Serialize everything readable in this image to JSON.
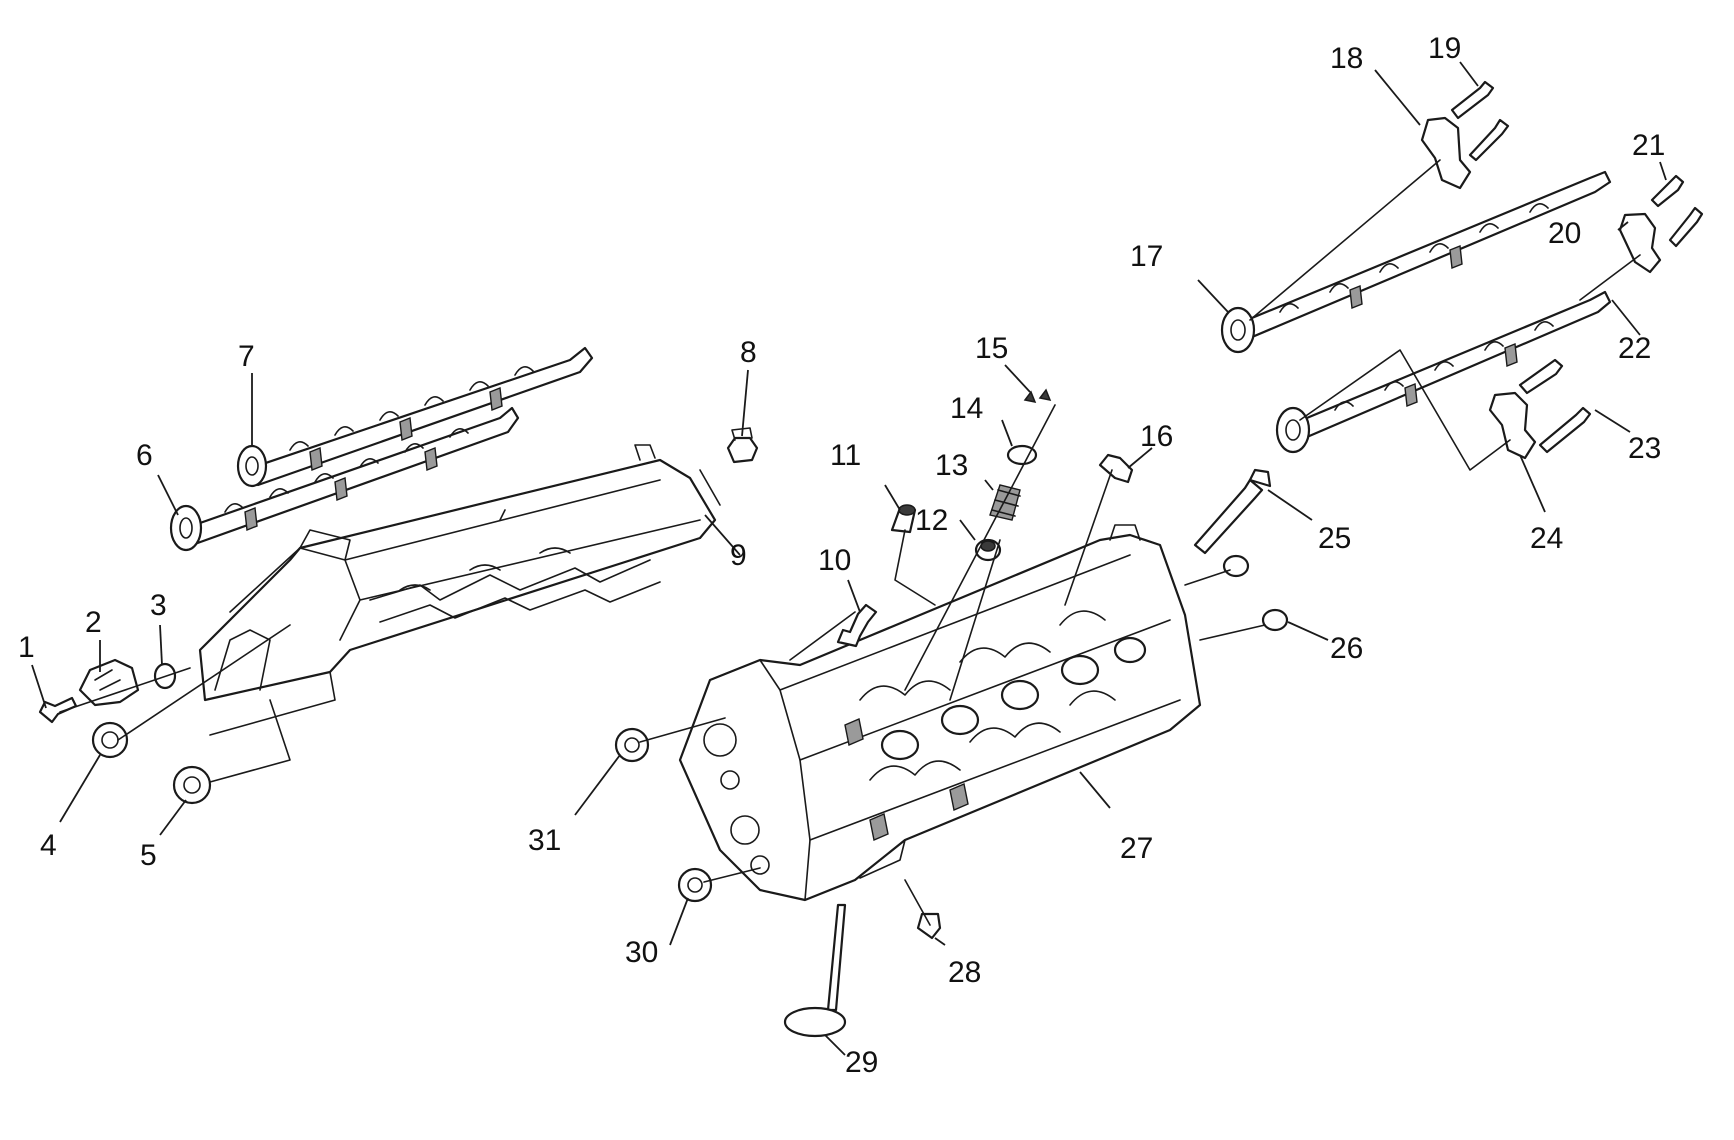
{
  "callouts": [
    {
      "id": "1",
      "text": "1"
    },
    {
      "id": "2",
      "text": "2"
    },
    {
      "id": "3",
      "text": "3"
    },
    {
      "id": "4",
      "text": "4"
    },
    {
      "id": "5",
      "text": "5"
    },
    {
      "id": "6",
      "text": "6"
    },
    {
      "id": "7",
      "text": "7"
    },
    {
      "id": "8",
      "text": "8"
    },
    {
      "id": "9",
      "text": "9"
    },
    {
      "id": "10",
      "text": "10"
    },
    {
      "id": "11",
      "text": "11"
    },
    {
      "id": "12",
      "text": "12"
    },
    {
      "id": "13",
      "text": "13"
    },
    {
      "id": "14",
      "text": "14"
    },
    {
      "id": "15",
      "text": "15"
    },
    {
      "id": "16",
      "text": "16"
    },
    {
      "id": "17",
      "text": "17"
    },
    {
      "id": "18",
      "text": "18"
    },
    {
      "id": "19",
      "text": "19"
    },
    {
      "id": "20",
      "text": "20"
    },
    {
      "id": "21",
      "text": "21"
    },
    {
      "id": "22",
      "text": "22"
    },
    {
      "id": "23",
      "text": "23"
    },
    {
      "id": "24",
      "text": "24"
    },
    {
      "id": "25",
      "text": "25"
    },
    {
      "id": "26",
      "text": "26"
    },
    {
      "id": "27",
      "text": "27"
    },
    {
      "id": "28",
      "text": "28"
    },
    {
      "id": "29",
      "text": "29"
    },
    {
      "id": "30",
      "text": "30"
    },
    {
      "id": "31",
      "text": "31"
    }
  ],
  "colors": {
    "ink": "#1a1a1a",
    "background": "#ffffff"
  }
}
